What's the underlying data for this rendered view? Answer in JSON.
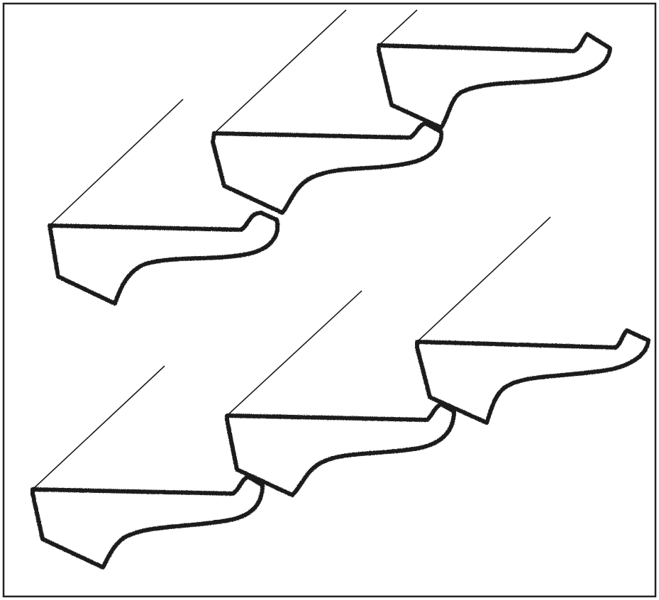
{
  "figure": {
    "description_text": "",
    "colors": {
      "ink": "#1a1a1a",
      "fill": "#ffffff",
      "frame": "#222222",
      "background": "#ffffff"
    },
    "rows": [
      {
        "name": "upper-row",
        "step_count": 3
      },
      {
        "name": "lower-row",
        "step_count": 3
      }
    ]
  }
}
